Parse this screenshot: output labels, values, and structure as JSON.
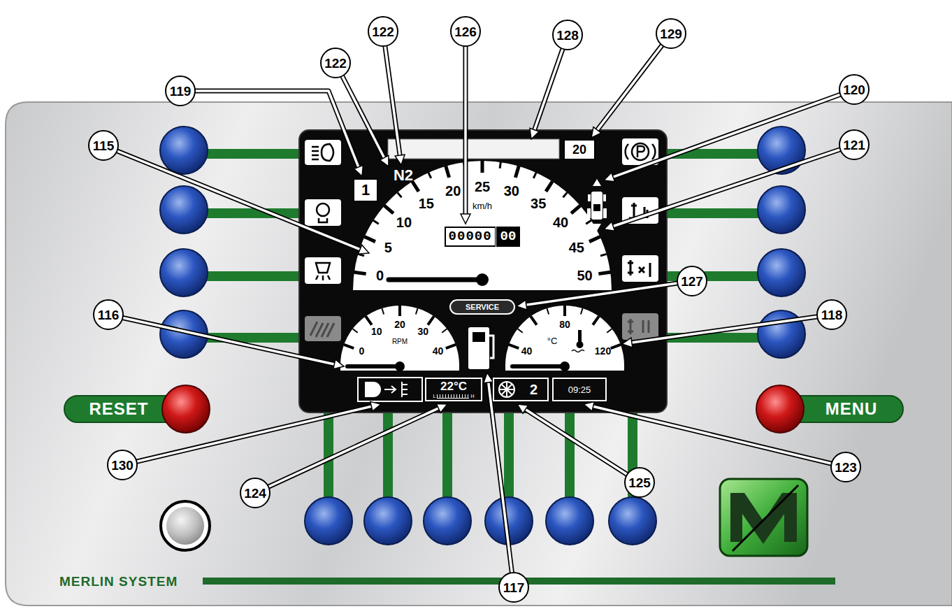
{
  "diagram": {
    "nodes": [
      {
        "text": [
          "1"
        ]
      },
      {
        "text": [
          "20"
        ]
      },
      {
        "text": [
          "00000",
          "00"
        ]
      },
      {
        "text": [
          "SERVICE"
        ]
      },
      {
        "text": [
          "22°C",
          "L",
          "H"
        ]
      },
      {
        "text": [
          "2"
        ]
      },
      {
        "text": [
          "09:25"
        ]
      },
      {
        "text": [
          "RESET"
        ]
      },
      {
        "text": [
          "MENU"
        ]
      }
    ],
    "labels": [
      "119",
      "122",
      "122",
      "126",
      "128",
      "129",
      "120",
      "121",
      "115",
      "127",
      "116",
      "118",
      "130",
      "124",
      "125",
      "123",
      "117",
      "N2",
      "km/h",
      "0",
      "5",
      "10",
      "15",
      "20",
      "25",
      "30",
      "35",
      "40",
      "45",
      "50",
      "0",
      "10",
      "20",
      "30",
      "40",
      "RPM",
      "40",
      "80",
      "120",
      "°C",
      "MERLIN SYSTEM"
    ]
  }
}
